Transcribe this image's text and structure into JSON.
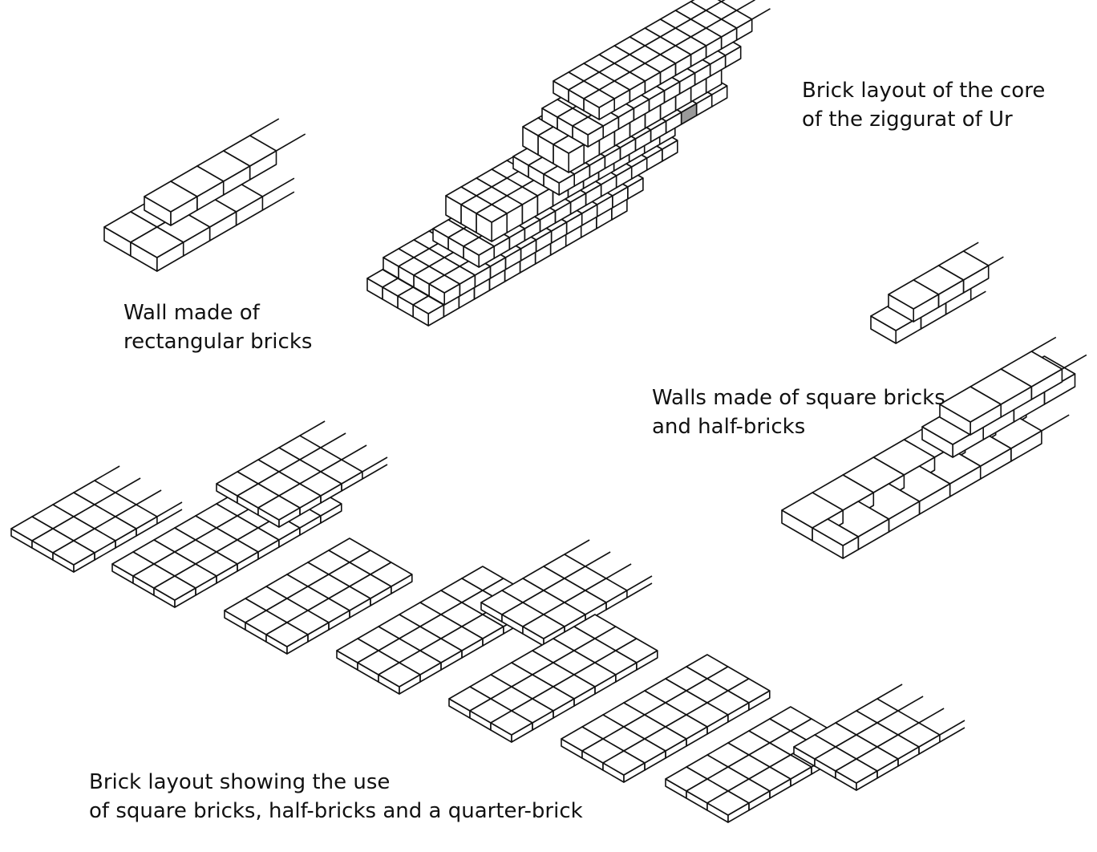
{
  "colors": {
    "line": "#111111",
    "face_top": "#ffffff",
    "face_side": "#ffffff",
    "highlight": "#9a9a9a"
  },
  "captions": {
    "rect_wall": [
      "Wall made of",
      "rectangular bricks"
    ],
    "ziggurat": [
      "Brick layout of the core",
      "of the ziggurat of Ur"
    ],
    "square_walls": [
      "Walls made of square bricks",
      "and half-bricks"
    ],
    "floor_layout": [
      "Brick layout showing the use",
      "of square bricks, half-bricks and a quarter-brick"
    ]
  }
}
